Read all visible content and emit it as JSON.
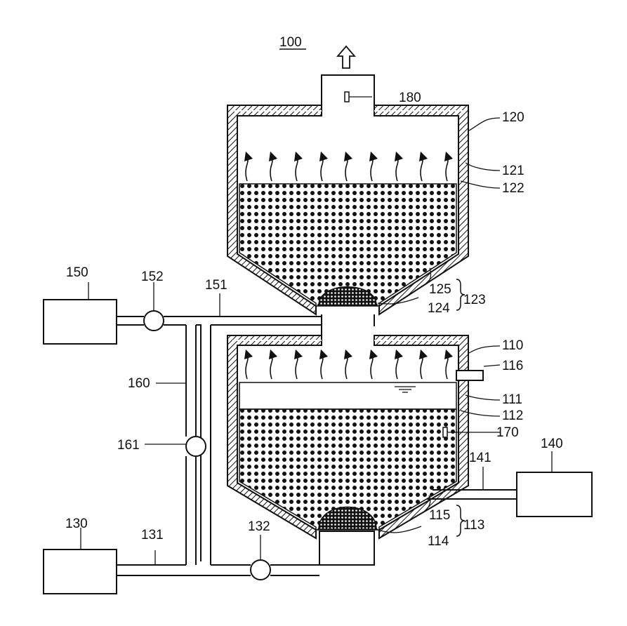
{
  "figure_number": "100",
  "labels": {
    "outlet_sensor": "180",
    "upper_reactor": "120",
    "upper_inner_wall": "121",
    "upper_outer_wall": "122",
    "upper_distributor_plate": "125",
    "upper_distributor_group": "123",
    "upper_dome": "124",
    "lower_reactor": "110",
    "overflow_pipe": "116",
    "lower_inner_wall": "111",
    "lower_outer_wall": "112",
    "level_sensor": "170",
    "lower_distributor_plate": "115",
    "lower_distributor_group": "113",
    "lower_dome": "114",
    "unit_150": "150",
    "valve_152": "152",
    "line_151": "151",
    "line_160": "160",
    "valve_161": "161",
    "unit_130": "130",
    "line_131": "131",
    "valve_132": "132",
    "unit_140": "140",
    "line_141": "141"
  },
  "colors": {
    "stroke": "#111111",
    "fill": "#ffffff"
  }
}
